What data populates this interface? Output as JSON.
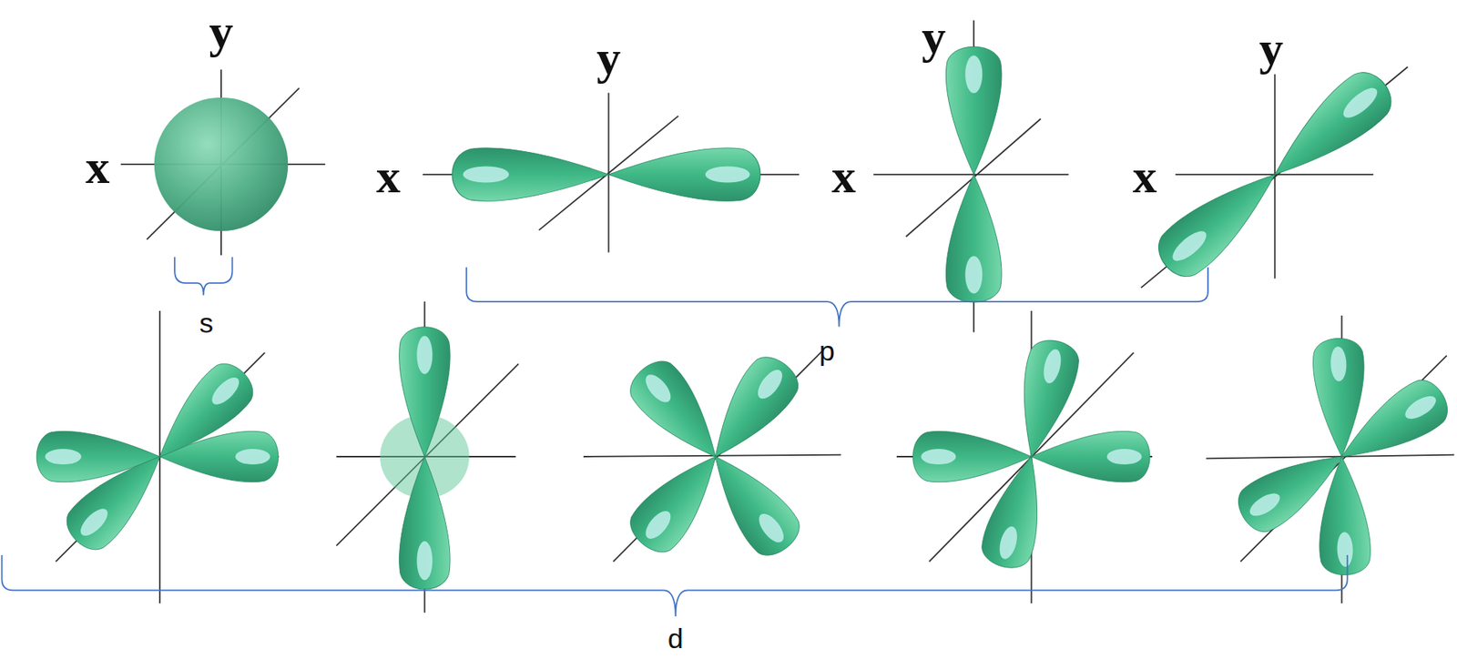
{
  "diagram": {
    "labels": [
      "y",
      "x",
      "s",
      "y",
      "x",
      "y",
      "x",
      "y",
      "x",
      "p",
      "d"
    ]
  }
}
